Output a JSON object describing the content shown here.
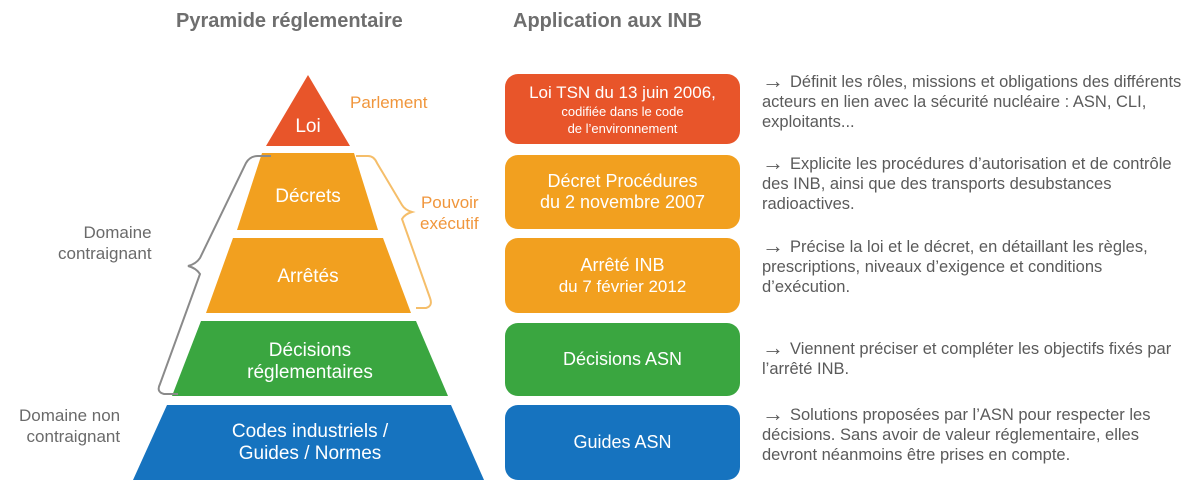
{
  "headings": {
    "left": "Pyramide réglementaire",
    "right": "Application aux INB"
  },
  "colors": {
    "red": "#e8552a",
    "orange": "#f2a01f",
    "green": "#3aa640",
    "blue": "#1673bf",
    "bracket_gray": "#8a8a8a",
    "bracket_orange": "#f5be6a"
  },
  "pyramid": {
    "loi": "Loi",
    "decrets": "Décrets",
    "arretes": "Arrêtés",
    "decisions_line1": "Décisions",
    "decisions_line2": "réglementaires",
    "codes_line1": "Codes industriels /",
    "codes_line2": "Guides / Normes"
  },
  "side_labels": {
    "parlement": "Parlement",
    "pouvoir_line1": "Pouvoir",
    "pouvoir_line2": "exécutif",
    "contraignant_line1": "Domaine",
    "contraignant_line2": "contraignant",
    "non_contraignant_line1": "Domaine non",
    "non_contraignant_line2": "contraignant"
  },
  "applications": {
    "loi_line1": "Loi TSN du 13 juin 2006,",
    "loi_line2": "codifiée dans le code",
    "loi_line3": "de l’environnement",
    "decret_line1": "Décret Procédures",
    "decret_line2": "du 2 novembre 2007",
    "arrete_line1": "Arrêté INB",
    "arrete_line2": "du 7 février 2012",
    "decisions": "Décisions ASN",
    "guides": "Guides ASN"
  },
  "descriptions": {
    "loi": "Définit les rôles, missions et obligations des différents acteurs en lien avec la sécurité nucléaire : ASN, CLI, exploitants...",
    "decret": "Explicite les procédures d’autorisation et de contrôle des INB, ainsi que des transports desubstances radioactives.",
    "arrete": "Précise la loi et le décret, en détaillant les règles, prescriptions, niveaux d’exigence et conditions d’exécution.",
    "decisions": "Viennent préciser et compléter les objectifs fixés par l’arrêté INB.",
    "guides": "Solutions proposées par l’ASN pour respecter les décisions. Sans avoir de valeur réglementaire, elles devront néanmoins être prises en compte."
  },
  "arrow_glyph": "→"
}
